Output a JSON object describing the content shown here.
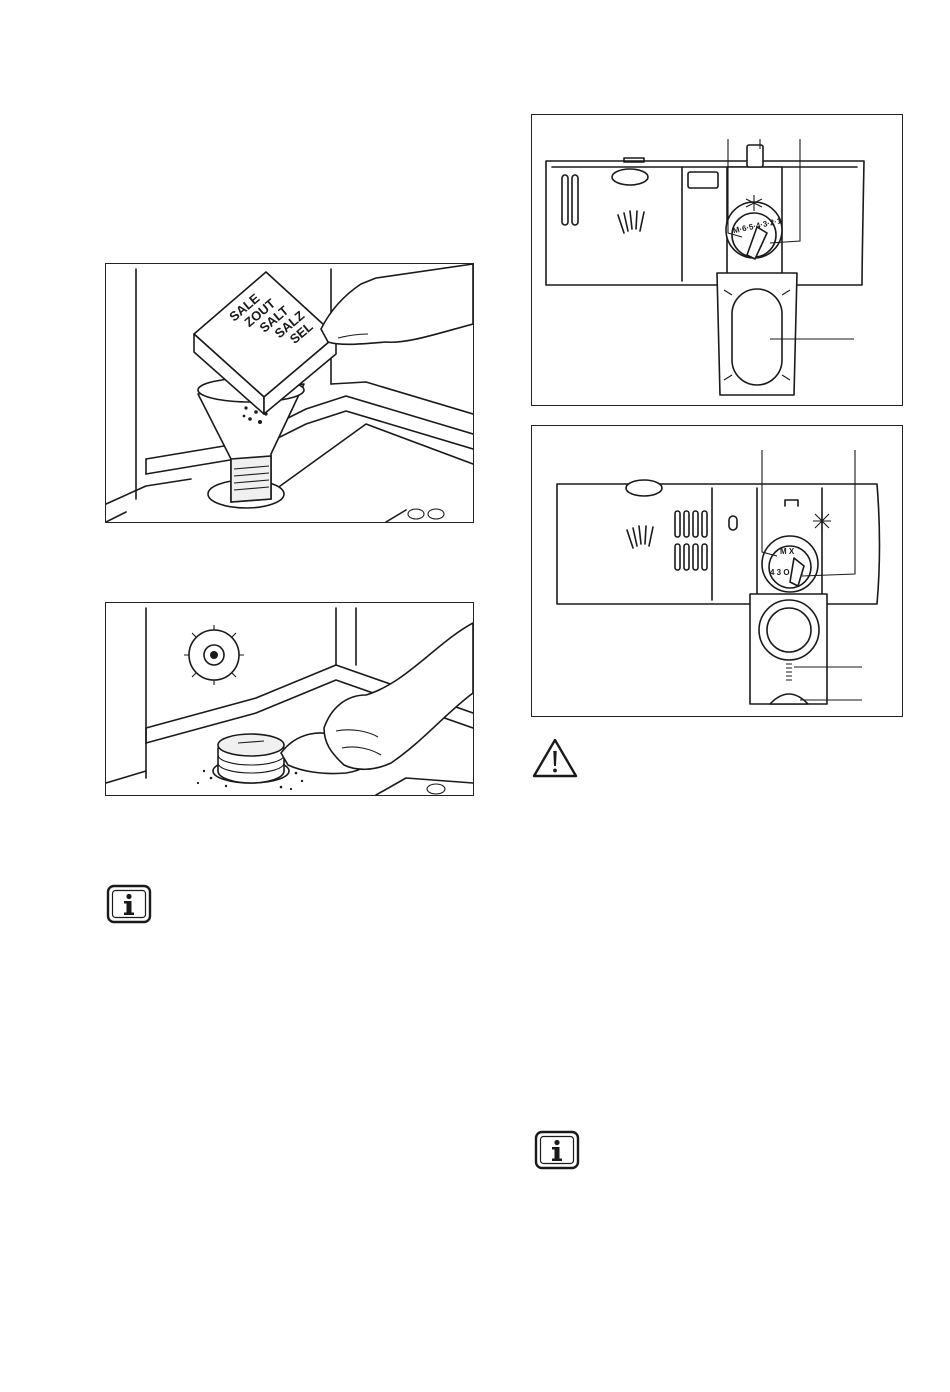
{
  "figures": {
    "salt_pour": {
      "box_words": [
        "SALE",
        "ZOUT",
        "SALT",
        "SALZ",
        "SEL"
      ]
    },
    "dispenser_top": {
      "dial_marks": "M·6·5·4·3·2·1"
    },
    "dispenser_bottom": {
      "dial_top": "M X",
      "dial_bottom": "4 3 O 2 1"
    }
  },
  "icons": [
    "info-icon",
    "warning-icon",
    "info-icon"
  ]
}
